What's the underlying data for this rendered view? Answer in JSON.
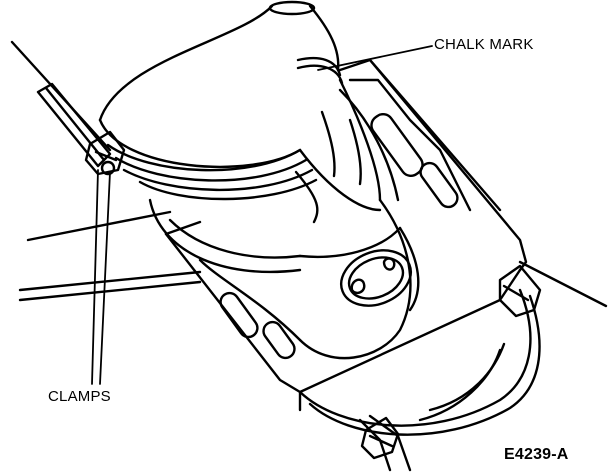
{
  "diagram": {
    "labels": {
      "chalk_mark": "CHALK MARK",
      "clamps": "CLAMPS"
    },
    "figure_id": "E4239-A",
    "colors": {
      "line": "#000000",
      "background": "#ffffff"
    }
  }
}
